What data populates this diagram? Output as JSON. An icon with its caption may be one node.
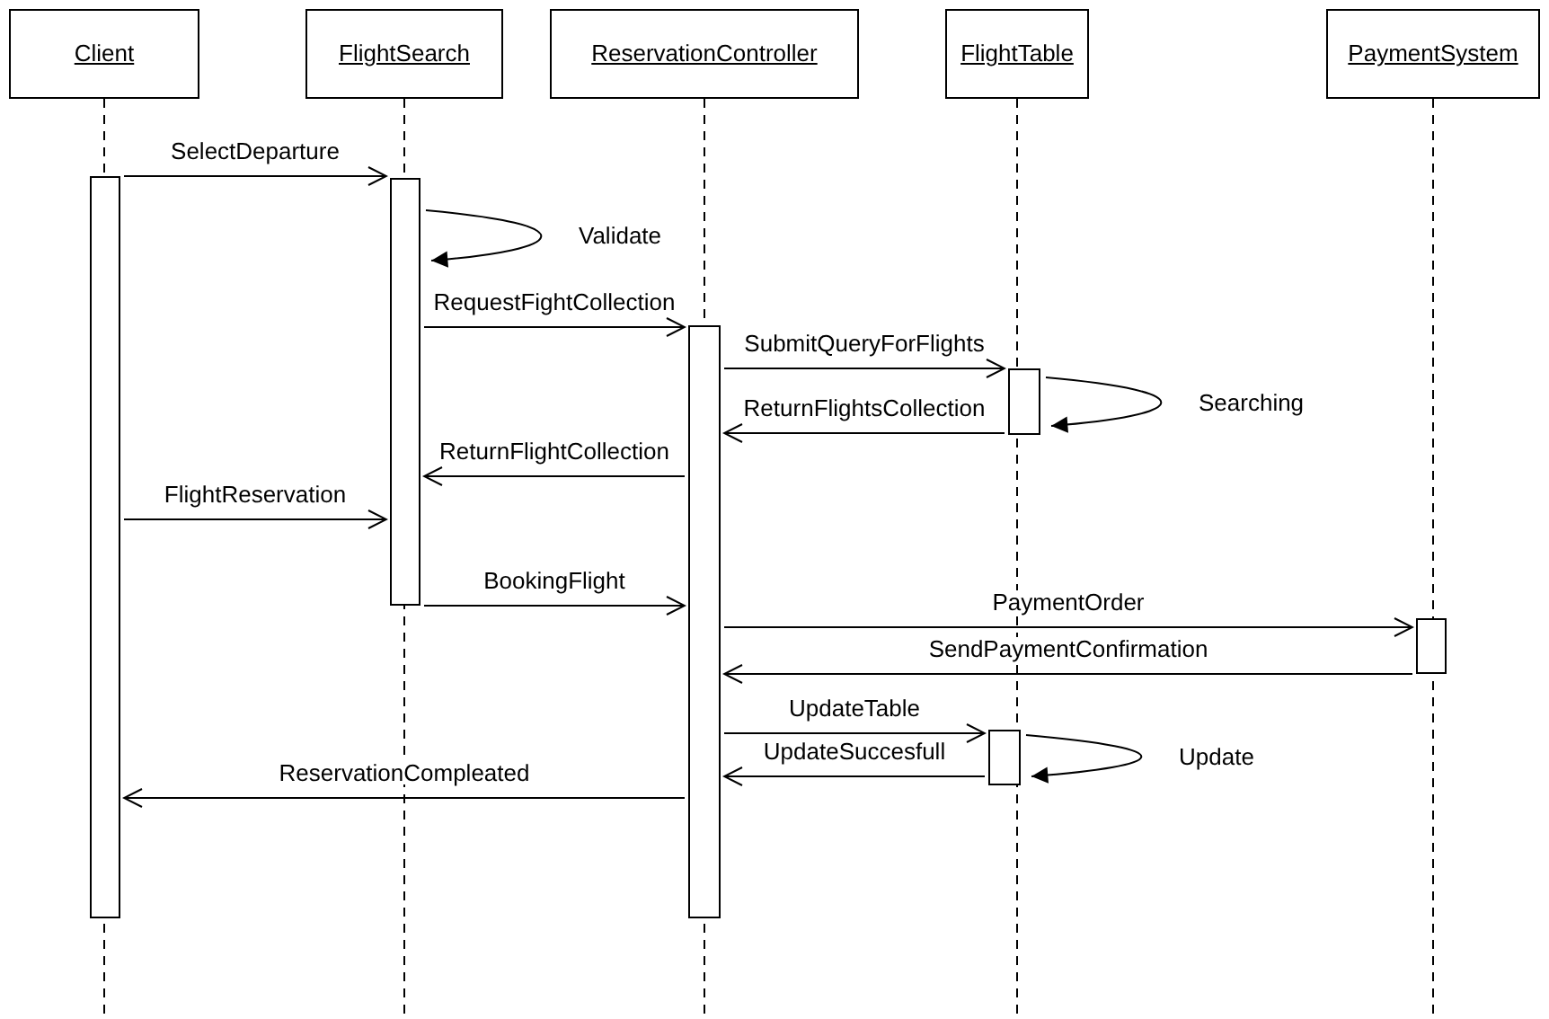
{
  "diagram": {
    "nodes": [
      {
        "text": [
          "Client"
        ]
      },
      {
        "text": [
          "FlightSearch"
        ]
      },
      {
        "text": [
          "ReservationController"
        ]
      },
      {
        "text": [
          "FlightTable"
        ]
      },
      {
        "text": [
          "PaymentSystem"
        ]
      },
      {
        "text": [],
        "shape": "bar"
      },
      {
        "text": [],
        "shape": "bar"
      },
      {
        "text": [],
        "shape": "bar"
      },
      {
        "text": [],
        "shape": "bar"
      },
      {
        "text": [],
        "shape": "bar"
      },
      {
        "text": [],
        "shape": "bar"
      }
    ],
    "edges": [
      {
        "from": 5,
        "to": 6,
        "arrow": "to",
        "label": "SelectDeparture"
      },
      {
        "from": 6,
        "to": 6,
        "arrow": "to",
        "label": "Validate"
      },
      {
        "from": 6,
        "to": 7,
        "arrow": "to",
        "label": "RequestFightCollection"
      },
      {
        "from": 7,
        "to": 8,
        "arrow": "to",
        "label": "SubmitQueryForFlights"
      },
      {
        "from": 8,
        "to": 8,
        "arrow": "to",
        "label": "Searching"
      },
      {
        "from": 8,
        "to": 7,
        "arrow": "to",
        "label": "ReturnFlightsCollection"
      },
      {
        "from": 7,
        "to": 6,
        "arrow": "to",
        "label": "ReturnFlightCollection"
      },
      {
        "from": 5,
        "to": 6,
        "arrow": "to",
        "label": "FlightReservation"
      },
      {
        "from": 6,
        "to": 7,
        "arrow": "to",
        "label": "BookingFlight"
      },
      {
        "from": 7,
        "to": 9,
        "arrow": "to",
        "label": "PaymentOrder"
      },
      {
        "from": 9,
        "to": 7,
        "arrow": "to",
        "label": "SendPaymentConfirmation"
      },
      {
        "from": 7,
        "to": 10,
        "arrow": "to",
        "label": "UpdateTable"
      },
      {
        "from": 10,
        "to": 10,
        "arrow": "to",
        "label": "Update"
      },
      {
        "from": 10,
        "to": 7,
        "arrow": "to",
        "label": "UpdateSuccesfull"
      },
      {
        "from": 7,
        "to": 5,
        "arrow": "to",
        "label": "ReservationCompleated"
      }
    ]
  }
}
